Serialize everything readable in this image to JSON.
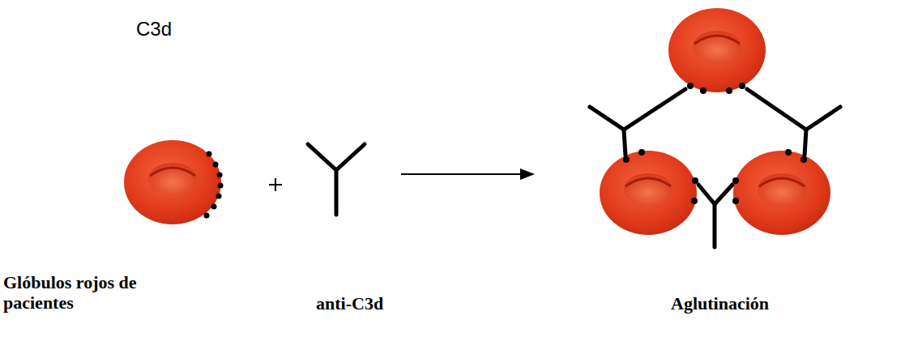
{
  "diagram": {
    "labels": [
      "C3d",
      "Glóbulos rojos de pacientes",
      "anti-C3d",
      "Aglutinación"
    ]
  }
}
